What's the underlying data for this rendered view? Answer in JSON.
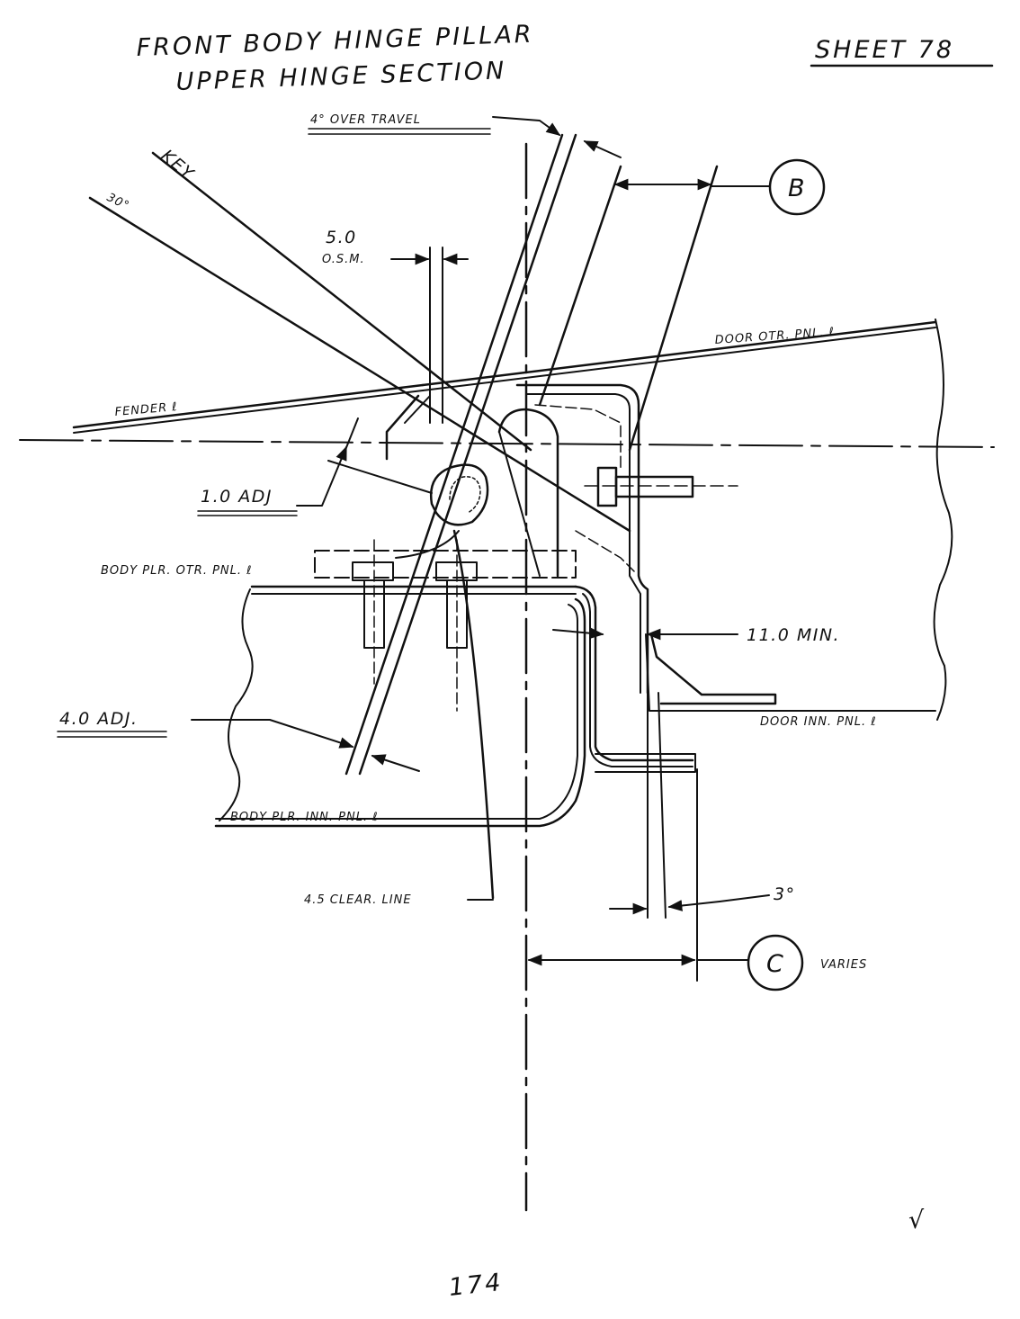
{
  "title": {
    "line1": "FRONT BODY HINGE PILLAR",
    "line2": "UPPER HINGE SECTION"
  },
  "sheet_label": "SHEET 78",
  "labels": {
    "over_travel": "4° OVER TRAVEL",
    "key": "KEY",
    "angle_30": "30°",
    "osm_value": "5.0",
    "osm_unit": "O.S.M.",
    "door_outer_panel": "DOOR OTR. PNL. ℓ",
    "fender": "FENDER ℓ",
    "adj_1": "1.0 ADJ",
    "body_pillar_outer_panel": "BODY PLR. OTR. PNL. ℓ",
    "min_11": "11.0 MIN.",
    "adj_4": "4.0 ADJ.",
    "door_inner_panel": "DOOR INN. PNL. ℓ",
    "body_pillar_inner_panel": "BODY PLR. INN. PNL. ℓ",
    "clear_line": "4.5 CLEAR. LINE",
    "deg_3": "3°",
    "varies": "VARIES",
    "page_number": "174",
    "check_mark": "√"
  },
  "callouts": {
    "b": "B",
    "c": "C"
  }
}
